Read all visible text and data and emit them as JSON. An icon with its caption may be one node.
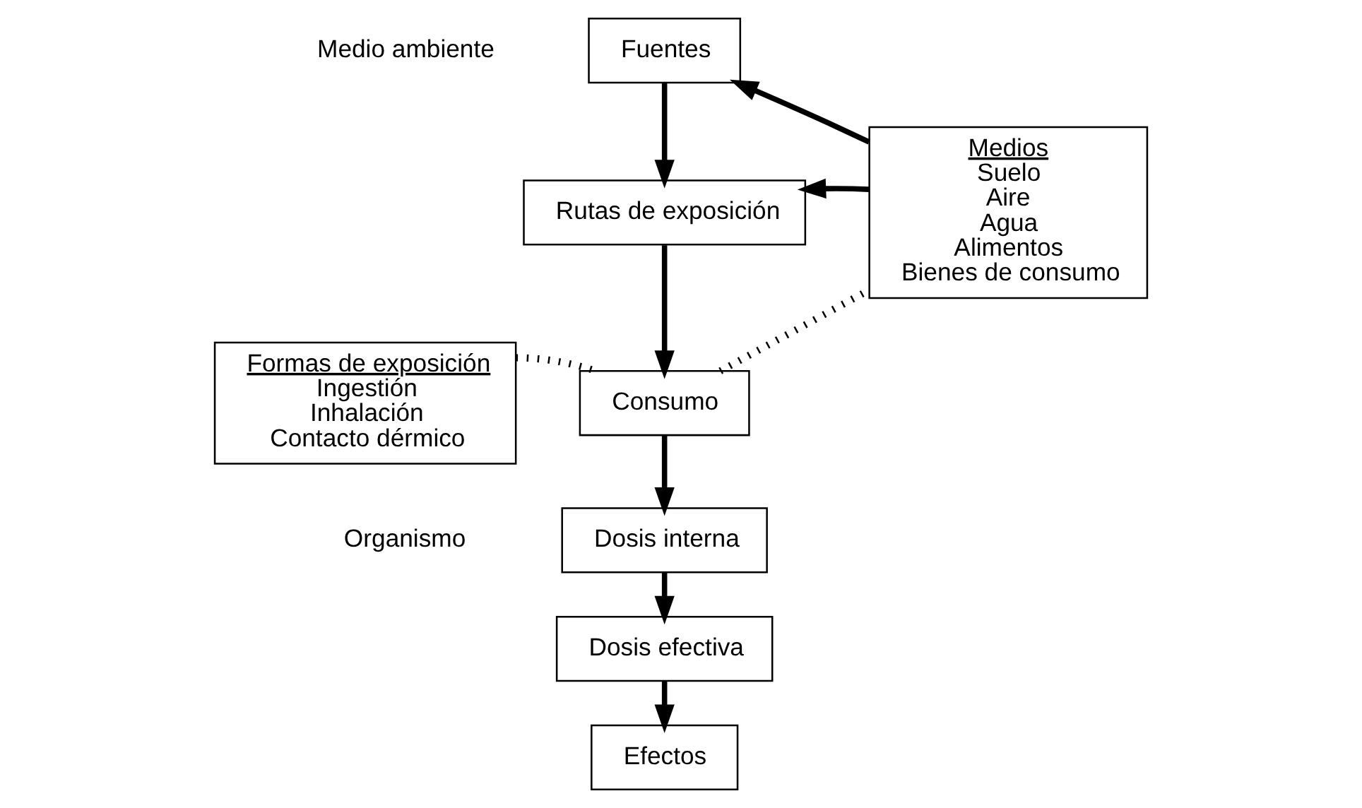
{
  "diagram": {
    "nodes": [
      {
        "text": [
          "Fuentes"
        ]
      },
      {
        "text": [
          "Rutas de exposición"
        ]
      },
      {
        "text": [
          "Consumo"
        ]
      },
      {
        "text": [
          "Dosis interna"
        ]
      },
      {
        "text": [
          "Dosis efectiva"
        ]
      },
      {
        "text": [
          "Efectos"
        ]
      },
      {
        "text": [
          "Medios",
          "Suelo",
          "Aire",
          "Agua",
          "Alimentos",
          "Bienes de consumo"
        ]
      },
      {
        "text": [
          "Formas de exposición",
          "Ingestión",
          "Inhalación",
          "Contacto dérmico"
        ]
      }
    ],
    "edges": [
      {
        "from": 0,
        "to": 1,
        "arrow": "to"
      },
      {
        "from": 1,
        "to": 2,
        "arrow": "to"
      },
      {
        "from": 2,
        "to": 3,
        "arrow": "to"
      },
      {
        "from": 3,
        "to": 4,
        "arrow": "to"
      },
      {
        "from": 4,
        "to": 5,
        "arrow": "to"
      },
      {
        "from": 6,
        "to": 0,
        "arrow": "to"
      },
      {
        "from": 6,
        "to": 1,
        "arrow": "to"
      },
      {
        "from": 7,
        "to": 2,
        "arrow": "none",
        "style": "dashed"
      },
      {
        "from": 2,
        "to": 6,
        "arrow": "none",
        "style": "dashed"
      }
    ],
    "labels": [
      "Medio ambiente",
      "Organismo"
    ]
  }
}
